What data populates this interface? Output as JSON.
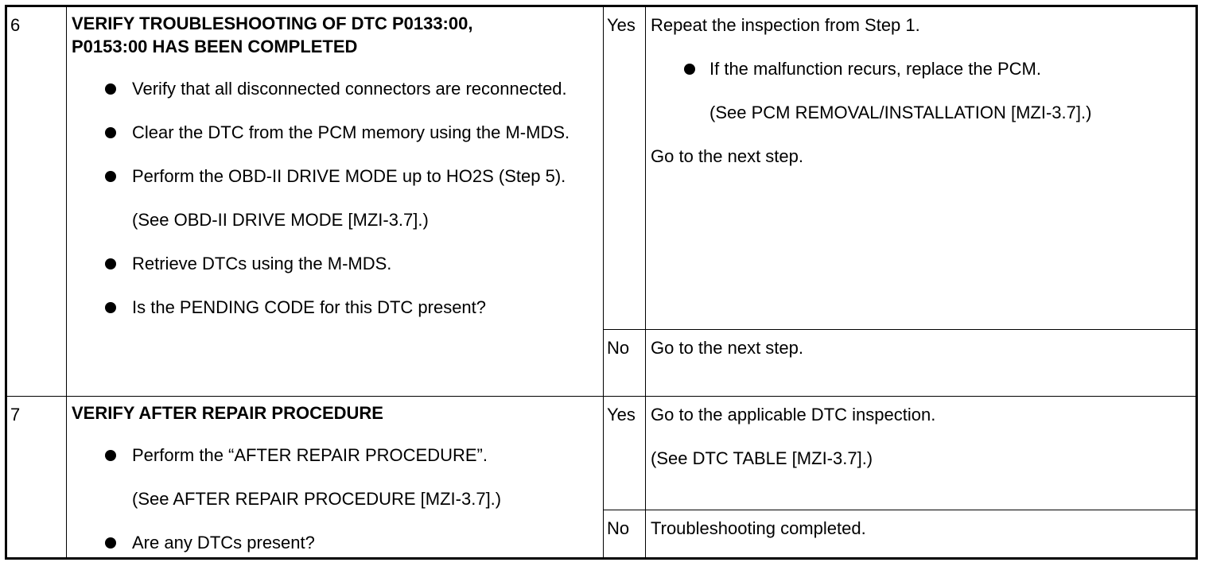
{
  "steps": [
    {
      "number": "6",
      "heading_line1": "VERIFY TROUBLESHOOTING OF DTC P0133:00,",
      "heading_line2": "P0153:00 HAS BEEN COMPLETED",
      "bullets": [
        "Verify that all disconnected connectors are reconnected.",
        "Clear the DTC from the PCM memory using the M-MDS.",
        "Perform the OBD-II DRIVE MODE up to HO2S (Step 5).",
        "Retrieve DTCs using the M-MDS.",
        "Is the PENDING CODE for this DTC present?"
      ],
      "bullet3_ref": "(See OBD-II DRIVE MODE [MZI-3.7].)",
      "yes": {
        "label": "Yes",
        "line1": "Repeat the inspection from Step 1.",
        "bullet": "If the malfunction recurs, replace the PCM.",
        "bullet_ref": "(See PCM REMOVAL/INSTALLATION [MZI-3.7].)",
        "line_last": "Go to the next step."
      },
      "no": {
        "label": "No",
        "text": "Go to the next step."
      }
    },
    {
      "number": "7",
      "heading": "VERIFY AFTER REPAIR PROCEDURE",
      "bullets": [
        "Perform the “AFTER REPAIR PROCEDURE”.",
        "Are any DTCs present?"
      ],
      "bullet1_ref": "(See AFTER REPAIR PROCEDURE [MZI-3.7].)",
      "yes": {
        "label": "Yes",
        "line1": "Go to the applicable DTC inspection.",
        "line2": "(See DTC TABLE [MZI-3.7].)"
      },
      "no": {
        "label": "No",
        "text": "Troubleshooting completed."
      }
    }
  ]
}
